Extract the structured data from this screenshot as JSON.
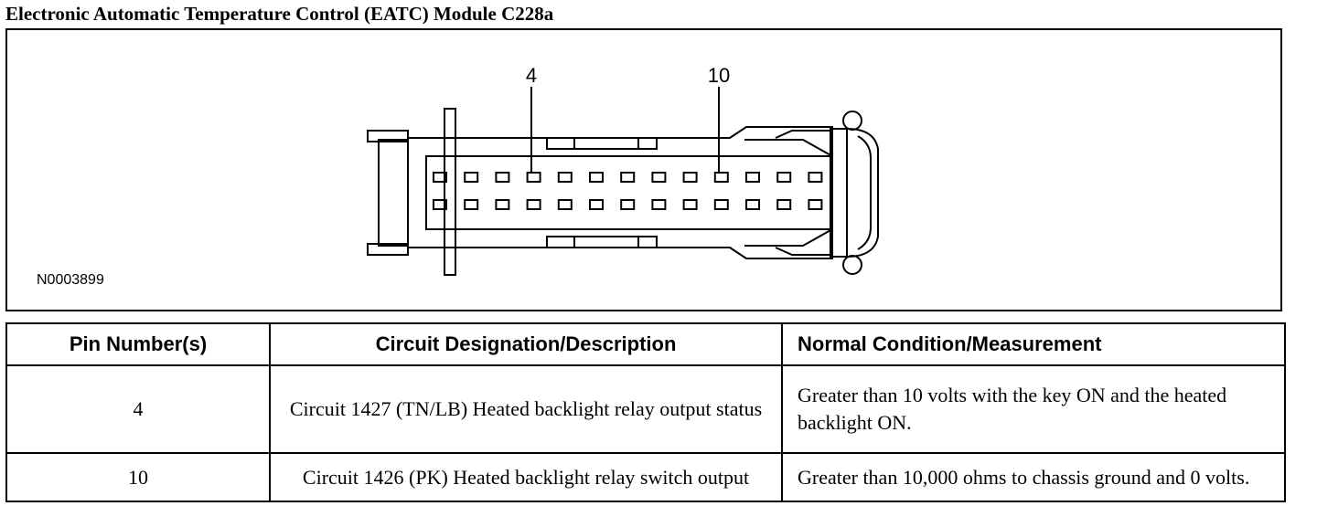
{
  "title": "Electronic Automatic Temperature Control (EATC) Module C228a",
  "diagram": {
    "drawing_id": "N0003899",
    "pin_callouts": [
      "4",
      "10"
    ],
    "pins_per_row": 13,
    "rows": 2
  },
  "table": {
    "headers": [
      "Pin Number(s)",
      "Circuit Designation/Description",
      "Normal Condition/Measurement"
    ],
    "rows": [
      {
        "pin": "4",
        "circuit": "Circuit 1427 (TN/LB) Heated backlight relay output status",
        "condition": "Greater than 10 volts with the key ON and the heated backlight ON."
      },
      {
        "pin": "10",
        "circuit": "Circuit 1426 (PK) Heated backlight relay switch output",
        "condition": "Greater than 10,000 ohms to chassis ground and 0 volts."
      }
    ]
  }
}
